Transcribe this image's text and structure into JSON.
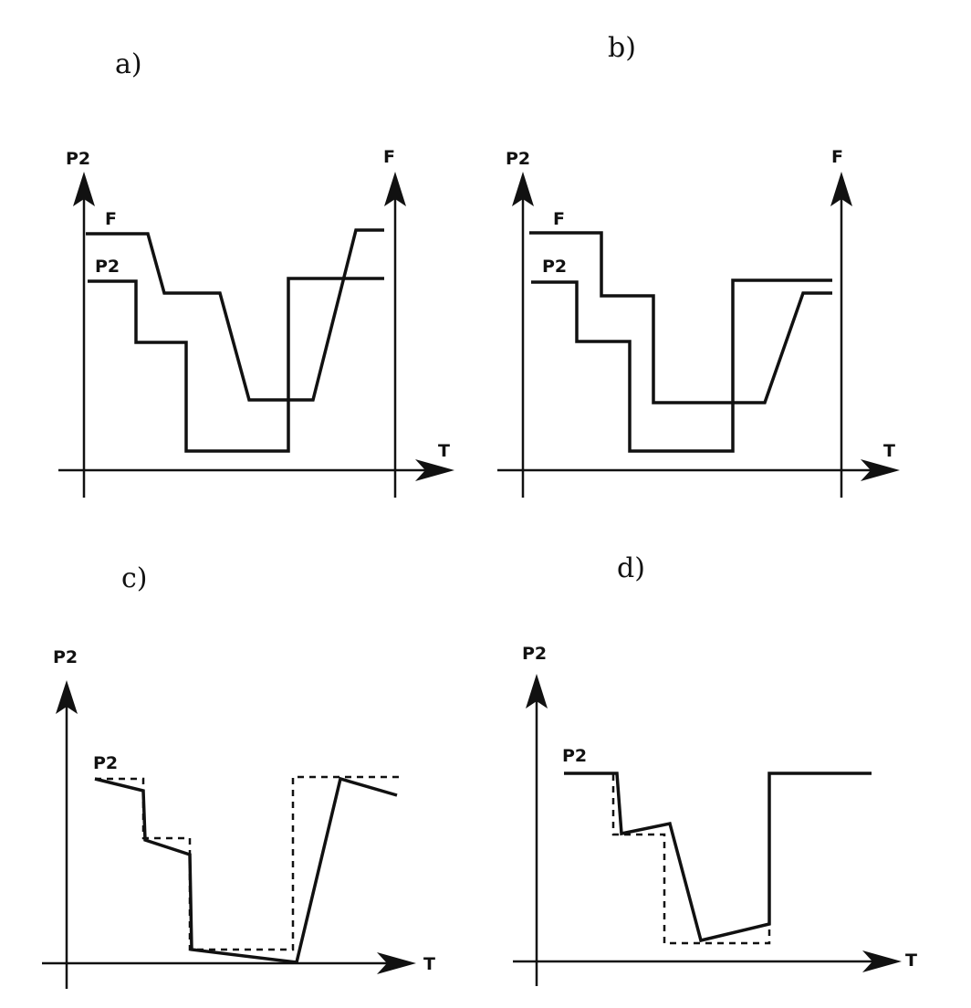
{
  "panels": {
    "a": {
      "label": "a)",
      "left_axis_label": "P2",
      "right_axis_label": "F",
      "time_axis_label": "T",
      "curve_f_label": "F",
      "curve_p2_label": "P2"
    },
    "b": {
      "label": "b)",
      "left_axis_label": "P2",
      "right_axis_label": "F",
      "time_axis_label": "T",
      "curve_f_label": "F",
      "curve_p2_label": "P2"
    },
    "c": {
      "label": "c)",
      "left_axis_label": "P2",
      "time_axis_label": "T",
      "curve_p2_label": "P2"
    },
    "d": {
      "label": "d)",
      "left_axis_label": "P2",
      "time_axis_label": "T",
      "curve_p2_label": "P2"
    }
  }
}
